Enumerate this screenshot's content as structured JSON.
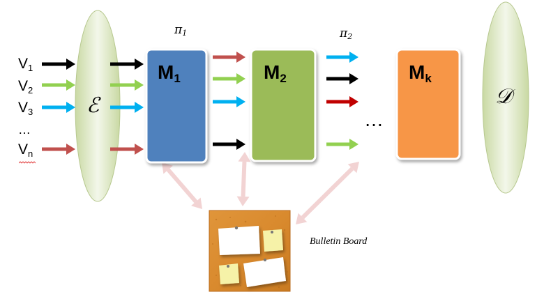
{
  "inputs": [
    {
      "letter": "V",
      "sub": "1"
    },
    {
      "letter": "V",
      "sub": "2"
    },
    {
      "letter": "V",
      "sub": "3"
    },
    {
      "letter": "V",
      "sub": "n"
    }
  ],
  "ellipsis_inputs": "…",
  "encoder_symbol": "ℰ",
  "decoder_symbol": "𝒟",
  "pi1": {
    "letter": "π",
    "sub": "1"
  },
  "pi2": {
    "letter": "π",
    "sub": "2"
  },
  "modules": [
    {
      "letter": "M",
      "sub": "1",
      "color": "#4f81bd"
    },
    {
      "letter": "M",
      "sub": "2",
      "color": "#9bbb59"
    },
    {
      "letter": "M",
      "sub": "k",
      "color": "#f79646"
    }
  ],
  "ellipsis_modules": "…",
  "bulletin_board_label": "Bulletin Board",
  "arrow_colors": {
    "black": "#000000",
    "green": "#92d050",
    "blue": "#00b0f0",
    "red": "#c0504d",
    "darkred": "#c00000",
    "pink": "#f2d3d3"
  }
}
